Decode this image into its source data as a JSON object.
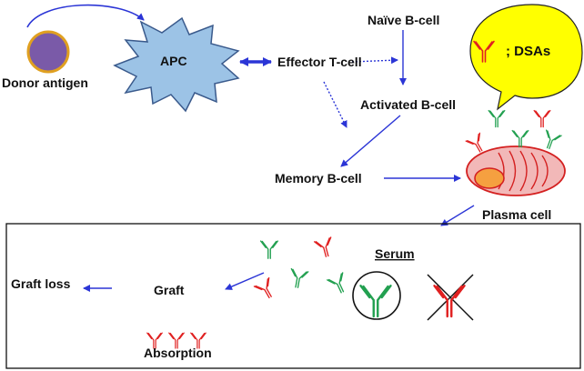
{
  "labels": {
    "donor_antigen": "Donor antigen",
    "apc": "APC",
    "effector_t_cell": "Effector T-cell",
    "naive_b_cell": "Naïve B-cell",
    "activated_b_cell": "Activated B-cell",
    "memory_b_cell": "Memory B-cell",
    "plasma_cell": "Plasma cell",
    "dsas": "; DSAs",
    "serum": "Serum",
    "graft": "Graft",
    "graft_loss": "Graft loss",
    "absorption": "Absorption"
  },
  "colors": {
    "arrow": "#2b35d6",
    "antigen_fill": "#7a5aa8",
    "antigen_stroke": "#e0a020",
    "apc_fill": "#9cc3e6",
    "apc_stroke": "#3a5a8c",
    "bubble_fill": "#ffff00",
    "plasma_fill": "#f2b8b8",
    "plasma_stroke": "#d42020",
    "nucleus_fill": "#f5a040",
    "antibody_red": "#e02020",
    "antibody_green": "#22a050",
    "antibody_yellow": "#e0a020"
  }
}
